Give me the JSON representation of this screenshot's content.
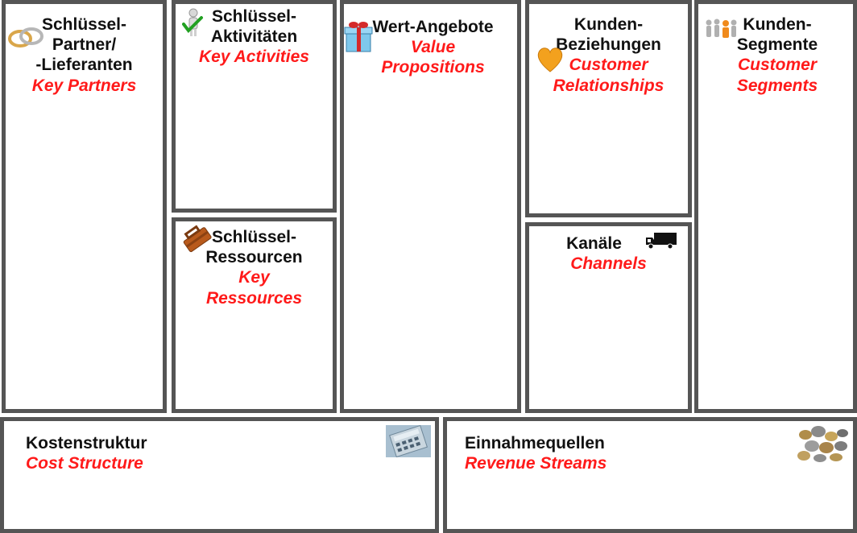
{
  "canvas": {
    "blocks": {
      "key_partners": {
        "de": "Schlüssel-\nPartner/\n-Lieferanten",
        "en": "Key Partners"
      },
      "key_activities": {
        "de": "Schlüssel-\nAktivitäten",
        "en": "Key Activities"
      },
      "key_resources": {
        "de": "Schlüssel-\nRessourcen",
        "en": "Key\nRessources"
      },
      "value_propositions": {
        "de": "Wert-Angebote",
        "en": "Value\nPropositions"
      },
      "customer_relationships": {
        "de": "Kunden-\nBeziehungen",
        "en": "Customer\nRelationships"
      },
      "channels": {
        "de": "Kanäle",
        "en": "Channels"
      },
      "customer_segments": {
        "de": "Kunden-\nSegmente",
        "en": "Customer\nSegments"
      },
      "cost_structure": {
        "de": "Kostenstruktur",
        "en": "Cost Structure"
      },
      "revenue_streams": {
        "de": "Einnahmequellen",
        "en": "Revenue Streams"
      }
    },
    "icons": {
      "key_partners": "rings-icon",
      "key_activities": "checkmark-figure-icon",
      "key_resources": "toolbox-icon",
      "value_propositions": "gift-icon",
      "customer_relationships": "heart-icon",
      "channels": "truck-icon",
      "customer_segments": "people-icon",
      "cost_structure": "calculator-icon",
      "revenue_streams": "coins-icon"
    },
    "colors": {
      "border": "#555555",
      "title": "#111111",
      "translation": "#ff1a1a"
    }
  }
}
